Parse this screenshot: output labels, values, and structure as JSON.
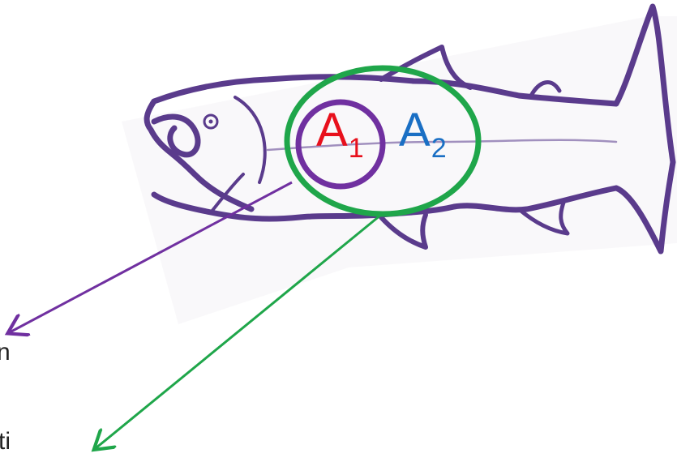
{
  "allele_1": {
    "letter": "A",
    "index": "1"
  },
  "allele_2": {
    "letter": "A",
    "index": "2"
  },
  "left_edge_labels": [
    "n",
    "ti"
  ],
  "colors": {
    "fish_outline": "#5a3b8c",
    "inner_circle": "#7030a0",
    "outer_ellipse": "#1fa64a",
    "allele_1_text": "#e8101c",
    "allele_2_text": "#1a6fc4",
    "arrow_1": "#7030a0",
    "arrow_2": "#1fa64a"
  },
  "icons": [
    "fish-outline-drawing",
    "arrow-left-down",
    "arrow-down-left"
  ]
}
